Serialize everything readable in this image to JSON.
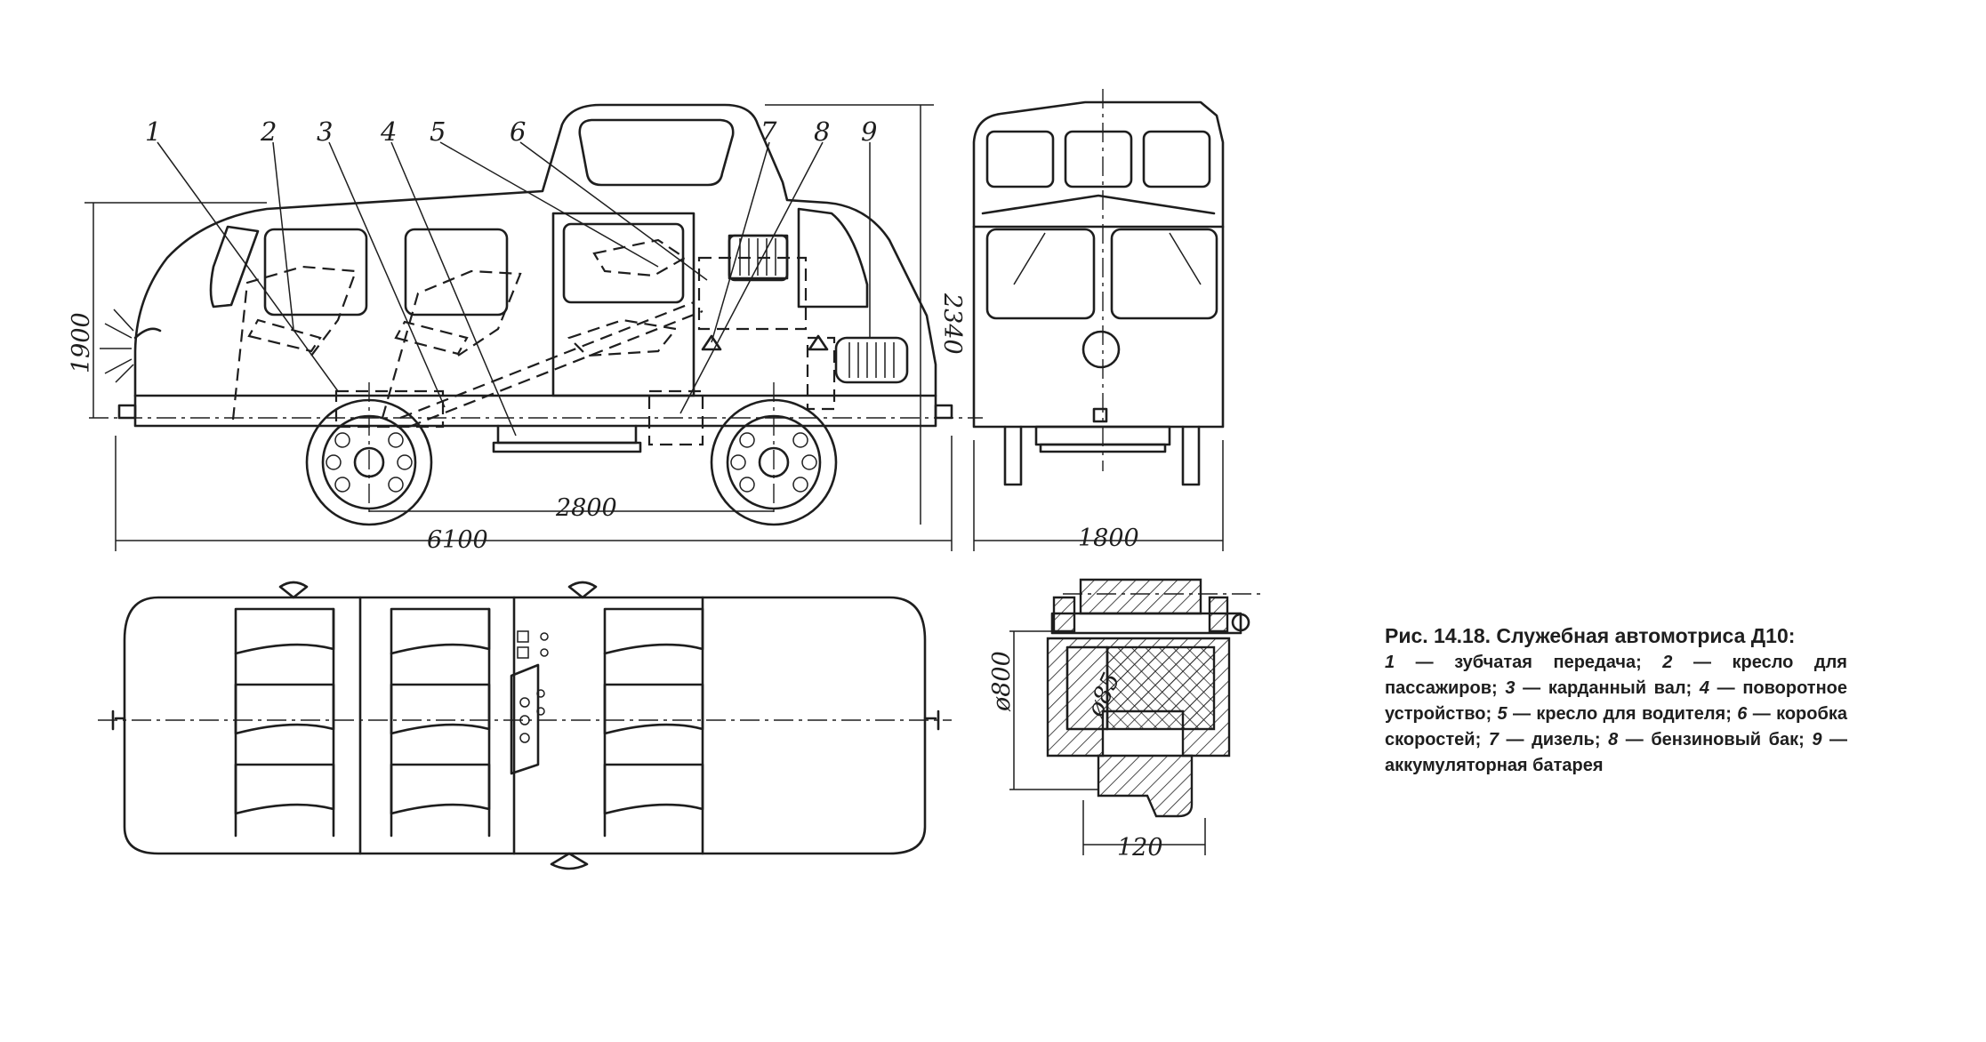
{
  "callouts": [
    "1",
    "2",
    "3",
    "4",
    "5",
    "6",
    "7",
    "8",
    "9"
  ],
  "dimensions": {
    "height_total": "2340",
    "height_body": "1900",
    "wheelbase": "2800",
    "length": "6100",
    "width": "1800",
    "wheel_diameter": "ø800",
    "axle_diameter": "ø85",
    "rim_width": "120"
  },
  "caption": {
    "title": "Рис. 14.18. Служебная автомотриса Д10:",
    "items": [
      {
        "num": "1",
        "text": "зубчатая передача;"
      },
      {
        "num": "2",
        "text": "кресло для пассажиров;"
      },
      {
        "num": "3",
        "text": "карданный вал;"
      },
      {
        "num": "4",
        "text": "поворотное устройство;"
      },
      {
        "num": "5",
        "text": "кресло для водителя;"
      },
      {
        "num": "6",
        "text": "коробка скоростей;"
      },
      {
        "num": "7",
        "text": "дизель;"
      },
      {
        "num": "8",
        "text": "бензиновый бак;"
      },
      {
        "num": "9",
        "text": "аккумуляторная батарея"
      }
    ]
  }
}
